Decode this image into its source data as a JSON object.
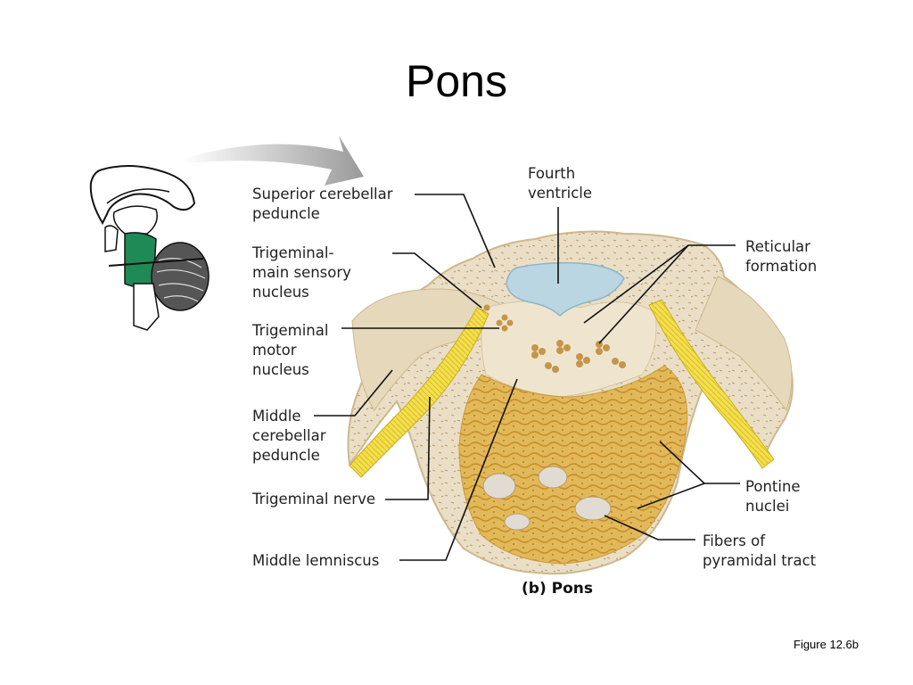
{
  "slide": {
    "title": "Pons",
    "caption": "(b)  Pons",
    "figure_ref": "Figure 12.6b"
  },
  "labels": {
    "superior_cerebellar_peduncle": [
      "Superior cerebellar",
      "peduncle"
    ],
    "trigeminal_main_sensory_nucleus": [
      "Trigeminal-",
      "main sensory",
      "nucleus"
    ],
    "trigeminal_motor_nucleus": [
      "Trigeminal",
      "motor",
      "nucleus"
    ],
    "middle_cerebellar_peduncle": [
      "Middle",
      "cerebellar",
      "peduncle"
    ],
    "trigeminal_nerve": [
      "Trigeminal nerve"
    ],
    "middle_lemniscus": [
      "Middle lemniscus"
    ],
    "fourth_ventricle": [
      "Fourth",
      "ventricle"
    ],
    "reticular_formation": [
      "Reticular",
      "formation"
    ],
    "pontine_nuclei": [
      "Pontine",
      "nuclei"
    ],
    "fibers_pyramidal_tract": [
      "Fibers of",
      "pyramidal tract"
    ]
  },
  "colors": {
    "tissue": "#e9dcc0",
    "tissue_edge": "#d8c6a0",
    "fiber": "#d9a43a",
    "nerve": "#f2dc48",
    "ventricle": "#b9d6e2",
    "highlight_green": "#1f8a55",
    "arrow_gray": "#a8a8a8"
  }
}
